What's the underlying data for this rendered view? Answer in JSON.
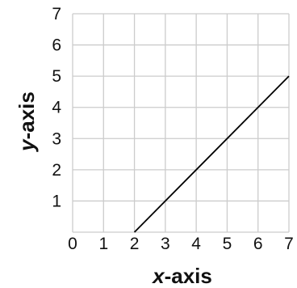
{
  "chart_data": {
    "type": "line",
    "title": "",
    "xlabel": {
      "var": "x",
      "rest": "-axis"
    },
    "ylabel": {
      "var": "y",
      "rest": "-axis"
    },
    "xlim": [
      0,
      7
    ],
    "ylim": [
      0,
      7
    ],
    "x_ticks": [
      "0",
      "1",
      "2",
      "3",
      "4",
      "5",
      "6",
      "7"
    ],
    "y_ticks": [
      "1",
      "2",
      "3",
      "4",
      "5",
      "6",
      "7"
    ],
    "grid": true,
    "colors": {
      "grid": "#cccccc",
      "line": "#000000",
      "text": "#111111"
    },
    "series": [
      {
        "x": [
          2,
          7
        ],
        "y": [
          0,
          5
        ]
      }
    ]
  }
}
